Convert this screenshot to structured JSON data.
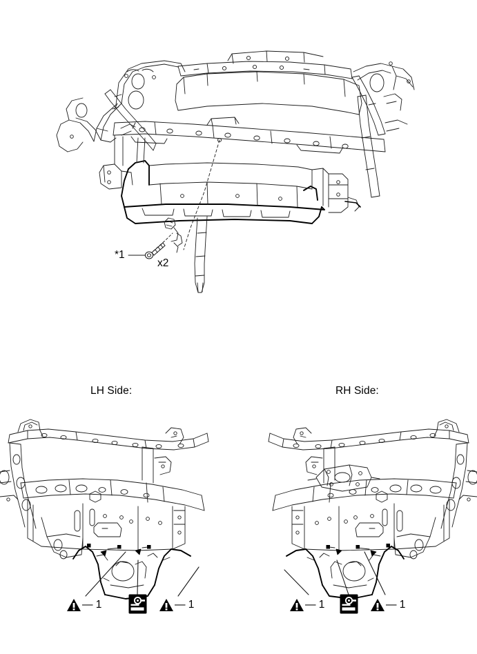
{
  "document": {
    "type": "service-manual-illustration",
    "background_color": "#ffffff",
    "line_color": "#000000"
  },
  "top_panel": {
    "name": "radiator-support-assembly",
    "callout": {
      "ref_label": "*1",
      "quantity_label": "x2",
      "part_icon": "bolt-icon",
      "leader_style": "dashed"
    }
  },
  "sections": [
    {
      "heading": "LH Side:",
      "name": "lh-side",
      "symbols": [
        {
          "type": "warning-triangle",
          "label": "— 1",
          "name": "warning-symbol-1"
        },
        {
          "type": "clip-icon",
          "label": "",
          "name": "clip-symbol"
        },
        {
          "type": "warning-triangle",
          "label": "— 1",
          "name": "warning-symbol-2"
        }
      ]
    },
    {
      "heading": "RH Side:",
      "name": "rh-side",
      "symbols": [
        {
          "type": "warning-triangle",
          "label": "— 1",
          "name": "warning-symbol-1"
        },
        {
          "type": "clip-icon",
          "label": "",
          "name": "clip-symbol"
        },
        {
          "type": "warning-triangle",
          "label": "— 1",
          "name": "warning-symbol-2"
        }
      ]
    }
  ],
  "headings": {
    "lh": "LH Side:",
    "rh": "RH Side:"
  },
  "symbol_labels": {
    "warn_1": "— 1",
    "warn_2": "— 1"
  }
}
